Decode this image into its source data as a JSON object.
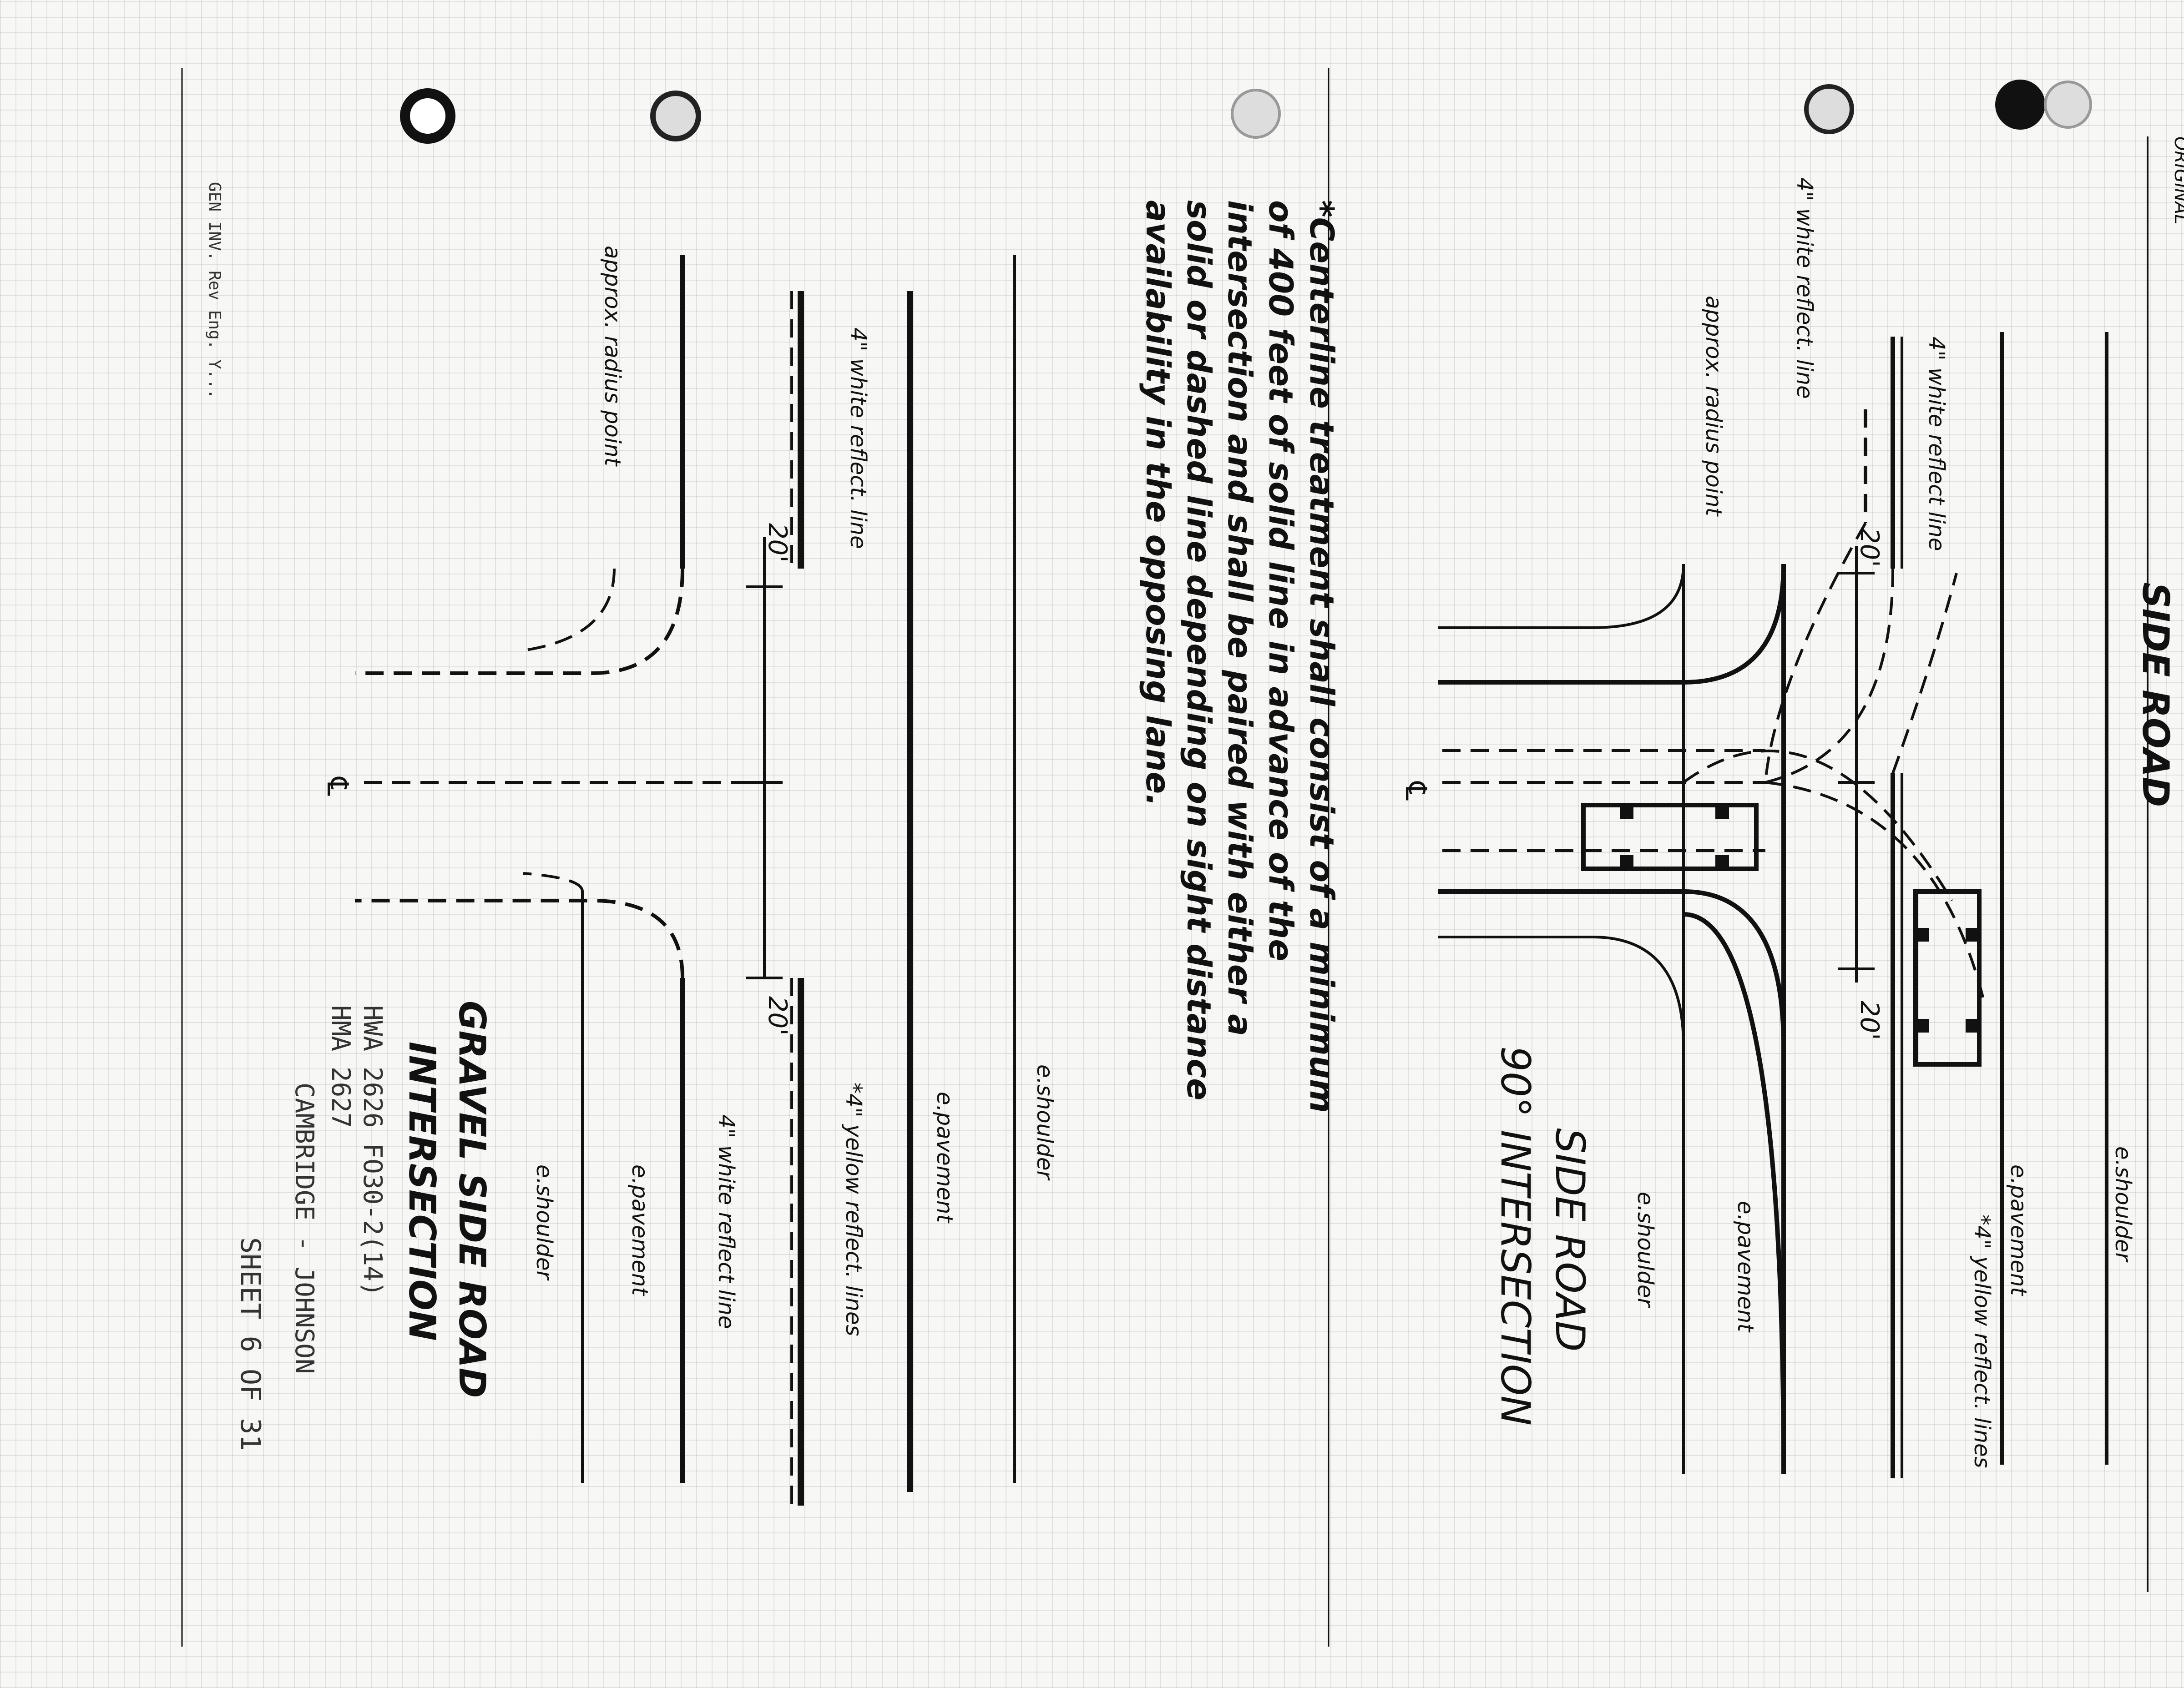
{
  "header": {
    "title": "SIDE ROAD",
    "corner_text": "ORIGINAL"
  },
  "diagram1": {
    "title_line1": "SIDE ROAD",
    "title_line2": "90° INTERSECTION",
    "labels": {
      "e_shoulder_top": "e.shoulder",
      "e_pavement_top": "e.pavement",
      "yellow_lines": "*4\" yellow reflect. lines",
      "white_line_top": "4\" white reflect line",
      "e_pavement_side": "e.pavement",
      "e_shoulder_side": "e.shoulder",
      "radius_point": "approx. radius point",
      "white_line_left": "4\" white reflect. line",
      "dim_left": "20'",
      "dim_right": "20'",
      "centerline": "℄"
    }
  },
  "note": {
    "lines": [
      "*Centerline treatment shall consist of a minimum",
      "of 400 feet of solid line in advance of the",
      "intersection and shall be paired with either a",
      "solid or dashed line depending on sight distance",
      "availability in the opposing lane."
    ]
  },
  "diagram2": {
    "title_line1": "GRAVEL SIDE ROAD",
    "title_line2": "INTERSECTION",
    "labels": {
      "e_shoulder_top": "e.shoulder",
      "e_pavement_top": "e.pavement",
      "yellow_lines": "*4\" yellow reflect. lines",
      "white_line_right": "4\" white reflect. line",
      "white_line_left": "4\" white reflect line",
      "e_pavement_bottom": "e.pavement",
      "e_shoulder_bottom": "e.shoulder",
      "radius_point": "approx. radius point",
      "dim_left": "20'",
      "dim_right": "20'",
      "centerline": "℄"
    }
  },
  "handwritten": {
    "line1": "HWA 2626 FO30-2(14)",
    "line2": "HMA 2627",
    "line3": "CAMBRIDGE - JOHNSON",
    "sheet": "SHEET 6 OF 31"
  },
  "margin_text": "GEN INV. Rev Eng. Y..."
}
